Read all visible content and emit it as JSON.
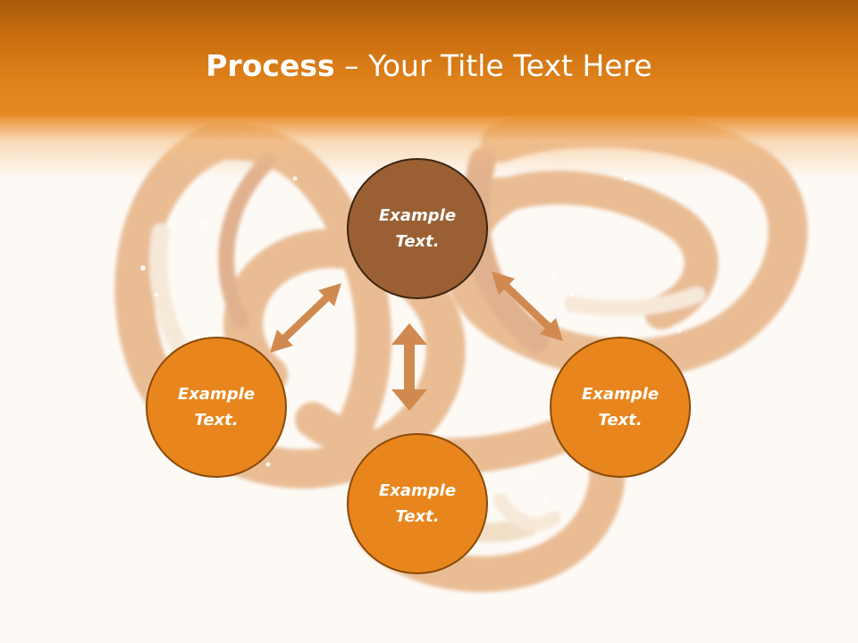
{
  "title": {
    "bold": "Process",
    "separator": " – ",
    "rest": "Your Title Text Here"
  },
  "colors": {
    "header": "#e0821a",
    "node_orange": "#e8861d",
    "node_center": "#9a6034",
    "arrow": "#d08a4f"
  },
  "nodes": {
    "top": "Example Text.",
    "left": "Example Text.",
    "bottom": "Example Text.",
    "right": "Example Text."
  }
}
